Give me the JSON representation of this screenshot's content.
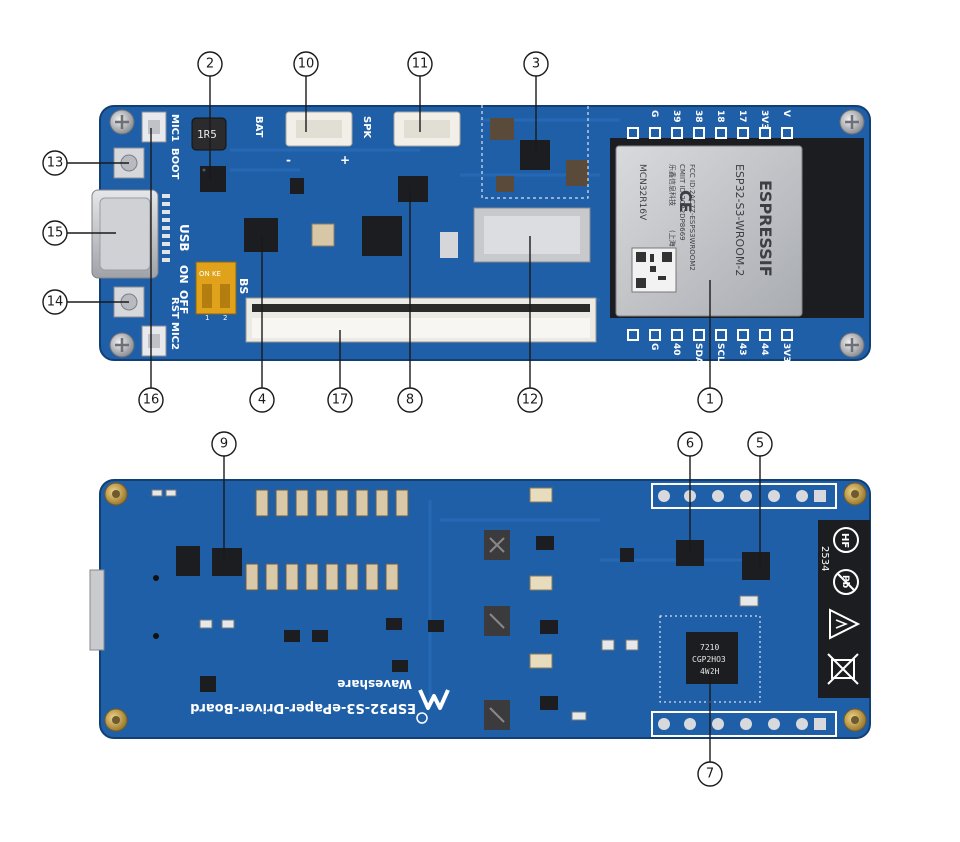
{
  "callouts": {
    "c1": "1",
    "c2": "2",
    "c3": "3",
    "c4": "4",
    "c5": "5",
    "c6": "6",
    "c7": "7",
    "c8": "8",
    "c9": "9",
    "c10": "10",
    "c11": "11",
    "c12": "12",
    "c13": "13",
    "c14": "14",
    "c15": "15",
    "c16": "16",
    "c17": "17"
  },
  "silkscreen": {
    "mic1": "MIC1",
    "mic2": "MIC2",
    "boot": "BOOT",
    "usb": "USB",
    "on": "ON",
    "off": "OFF",
    "rst": "RST",
    "bs": "BS",
    "bat": "BAT",
    "spk": "SPK",
    "minus": "-",
    "plus": "+",
    "inductor": "1R5",
    "dip_on": "ON KE",
    "dip_1": "1",
    "dip_2": "2",
    "top_pins": [
      "G",
      "39",
      "38",
      "18",
      "17",
      "3V3",
      "V"
    ],
    "bottom_pins": [
      "G",
      "40",
      "SDA",
      "SCL",
      "43",
      "44",
      "3V3"
    ],
    "module_brand": "ESPRESSIF",
    "module_name": "ESP32-S3-WROOM-2",
    "module_fcc": "FCC ID:2AC7Z-ESPS3WROOM2",
    "module_cmiit": "CMIIT ID:2022DP8669",
    "module_cn": "乐鑫信息科技",
    "module_cn2": "(上海)",
    "module_code": "MCN32R16V",
    "brand": "Waveshare",
    "board_name": "ESP32-S3-ePaper-Driver-Board",
    "chip7_line1": "7210",
    "chip7_line2": "CGP2HO3",
    "chip7_line3": "4W2H",
    "mark_hf": "HF",
    "mark_pb": "Pb",
    "mark_date": "2534"
  },
  "colors": {
    "pcb": "#1f5fa8",
    "pcb_dark": "#174d8c",
    "gold": "#c8a24a",
    "silver": "#c9cbcf",
    "chip": "#1c1d20",
    "white": "#ffffff"
  }
}
